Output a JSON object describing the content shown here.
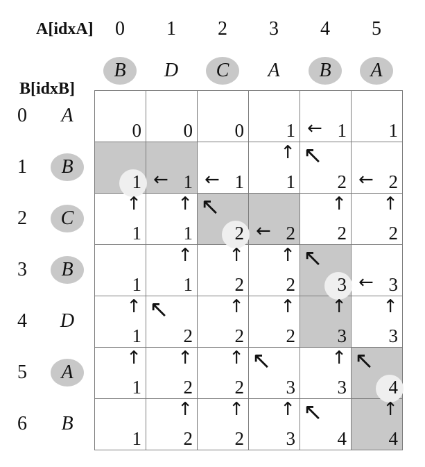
{
  "labels": {
    "a_axis": "A[idxA]",
    "b_axis": "B[idxB]"
  },
  "a_indices": [
    "0",
    "1",
    "2",
    "3",
    "4",
    "5"
  ],
  "a_chars": [
    {
      "ch": "B",
      "highlight": true
    },
    {
      "ch": "D",
      "highlight": false
    },
    {
      "ch": "C",
      "highlight": true
    },
    {
      "ch": "A",
      "highlight": false
    },
    {
      "ch": "B",
      "highlight": true
    },
    {
      "ch": "A",
      "highlight": true
    }
  ],
  "b_indices": [
    "0",
    "1",
    "2",
    "3",
    "4",
    "5",
    "6"
  ],
  "b_chars": [
    {
      "ch": "A",
      "highlight": false
    },
    {
      "ch": "B",
      "highlight": true
    },
    {
      "ch": "C",
      "highlight": true
    },
    {
      "ch": "B",
      "highlight": true
    },
    {
      "ch": "D",
      "highlight": false
    },
    {
      "ch": "A",
      "highlight": true
    },
    {
      "ch": "B",
      "highlight": false
    }
  ],
  "colors": {
    "shade": "#c8c8c8",
    "highlight_circle": "#efefef",
    "border": "#7a7a7a"
  },
  "cells": [
    [
      {
        "v": "0",
        "a": "",
        "s": false,
        "h": false
      },
      {
        "v": "0",
        "a": "",
        "s": false,
        "h": false
      },
      {
        "v": "0",
        "a": "",
        "s": false,
        "h": false
      },
      {
        "v": "1",
        "a": "",
        "s": false,
        "h": false
      },
      {
        "v": "1",
        "a": "left",
        "s": false,
        "h": false
      },
      {
        "v": "1",
        "a": "",
        "s": false,
        "h": false
      }
    ],
    [
      {
        "v": "1",
        "a": "",
        "s": true,
        "h": true
      },
      {
        "v": "1",
        "a": "left",
        "s": true,
        "h": false
      },
      {
        "v": "1",
        "a": "left",
        "s": false,
        "h": false
      },
      {
        "v": "1",
        "a": "up",
        "s": false,
        "h": false
      },
      {
        "v": "2",
        "a": "diag",
        "s": false,
        "h": false
      },
      {
        "v": "2",
        "a": "left",
        "s": false,
        "h": false
      }
    ],
    [
      {
        "v": "1",
        "a": "up",
        "s": false,
        "h": false
      },
      {
        "v": "1",
        "a": "up",
        "s": false,
        "h": false
      },
      {
        "v": "2",
        "a": "diag",
        "s": true,
        "h": true
      },
      {
        "v": "2",
        "a": "left",
        "s": true,
        "h": false
      },
      {
        "v": "2",
        "a": "up",
        "s": false,
        "h": false
      },
      {
        "v": "2",
        "a": "up",
        "s": false,
        "h": false
      }
    ],
    [
      {
        "v": "1",
        "a": "",
        "s": false,
        "h": false
      },
      {
        "v": "1",
        "a": "up",
        "s": false,
        "h": false
      },
      {
        "v": "2",
        "a": "up",
        "s": false,
        "h": false
      },
      {
        "v": "2",
        "a": "up",
        "s": false,
        "h": false
      },
      {
        "v": "3",
        "a": "diag",
        "s": true,
        "h": true
      },
      {
        "v": "3",
        "a": "left",
        "s": false,
        "h": false
      }
    ],
    [
      {
        "v": "1",
        "a": "up",
        "s": false,
        "h": false
      },
      {
        "v": "2",
        "a": "diag",
        "s": false,
        "h": false
      },
      {
        "v": "2",
        "a": "up",
        "s": false,
        "h": false
      },
      {
        "v": "2",
        "a": "up",
        "s": false,
        "h": false
      },
      {
        "v": "3",
        "a": "up",
        "s": true,
        "h": false
      },
      {
        "v": "3",
        "a": "up",
        "s": false,
        "h": false
      }
    ],
    [
      {
        "v": "1",
        "a": "up",
        "s": false,
        "h": false
      },
      {
        "v": "2",
        "a": "up",
        "s": false,
        "h": false
      },
      {
        "v": "2",
        "a": "up",
        "s": false,
        "h": false
      },
      {
        "v": "3",
        "a": "diag",
        "s": false,
        "h": false
      },
      {
        "v": "3",
        "a": "up",
        "s": false,
        "h": false
      },
      {
        "v": "4",
        "a": "diag",
        "s": true,
        "h": true
      }
    ],
    [
      {
        "v": "1",
        "a": "",
        "s": false,
        "h": false
      },
      {
        "v": "2",
        "a": "up",
        "s": false,
        "h": false
      },
      {
        "v": "2",
        "a": "up",
        "s": false,
        "h": false
      },
      {
        "v": "3",
        "a": "up",
        "s": false,
        "h": false
      },
      {
        "v": "4",
        "a": "diag",
        "s": false,
        "h": false
      },
      {
        "v": "4",
        "a": "up",
        "s": true,
        "h": false
      }
    ]
  ],
  "arrow_glyphs": {
    "left": "←",
    "up": "↑",
    "diag": "↖"
  }
}
